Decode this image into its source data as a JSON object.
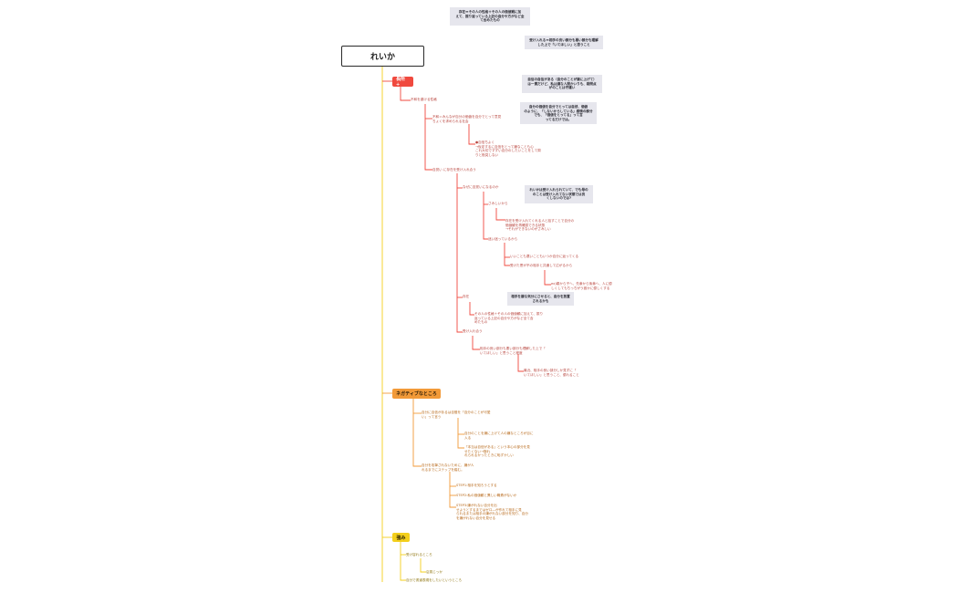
{
  "root": {
    "title": "れいか"
  },
  "notes": [
    "存在＝その人の性格＋その人の価値観に加\nえて、振り返っている上記の自分や方がなど全\nて含めたもの",
    "受け入れる＝相手の良い部分も悪い部分も理解\nした上で「いてほしい」と思うこと",
    "自信の自信がある（自分のことが嫌に上げて）\nは一貫だけど、私は嫌な人間かいりも、疑問点\nがのことは守護い",
    "自分の価値を自分でとっては自然、価値\nのように、「しないからしている」感情の部分\nでも、「価値をとってる」って言\nってるだけでは。",
    "れいかは受け入れられていて、でも母の\nのことは受け入れてない状態では良\nくしないのでは?",
    "相手を嫌な気分にさせると、自分を放置\nされるかも"
  ],
  "branches": {
    "b1": {
      "label": "長所 +",
      "nodes": [
        "不和を避ける性格",
        "不和＝みんなが自分の価値を自分でとって意見\nちょくを求められる社会",
        "●自信ちよく\n→仮定するに自信をとって嫌なことも心\nこれ大切ですずい自分のしたいことをして周\nりと衝突しない",
        "自覚い に存在を受け入れ合う",
        "なぜに自覚いになるのか",
        "さみしいから",
        "存在を受け入れてくれる人と話すことで自分の\n価値観を再確認できる状態\n→それができないのがさみしい",
        "迷い迷っているから",
        "いいことも悪いこともいつか自分に返ってくる",
        "受けた恩が不の相手と共通して広がるから",
        "ex)親から子へ、先輩から後輩へ、人に優\nしくしてもちっちがう誰かに優しくする",
        "存在",
        "その人の性格＋その人の価値観に加えて、振り\n返っている上記の自分や方がなど全て含\nめたもの",
        "受け入れ合う",
        "相手の良い部分も悪い部分も理解した上で「\nいてほしい」と思うこと程度",
        "最近、相手の良い部分しか見ずに「\nいてほしい」と思うこと、優れること"
      ]
    },
    "b2": {
      "label": "ネガティブなところ",
      "nodes": [
        "自分に自信があるは自慢を「自分のことが可愛\nい」って言う",
        "自分のことを嫌に上げて人の嫌なところが目に\n入る",
        "「本当は自信がある」という本心の部分を見\nせたくない→隠れ\nれられるかったときに恥ずかしい",
        "自分を攻撃されないために、嫌が人\nれるまでにステップを踏む。",
        "STEP1:相手を知ろうとする",
        "STEP2:私の価値観と異しい職責がないか",
        "STEP3:嫌がれない自分を出\nせようとするまではゼロ―が作れて相手に見\nられるまたは相手の嫌がれない部分を知り、自分\nを嫌がれない自分を見せる"
      ]
    },
    "b3": {
      "label": "強み",
      "nodes": [
        "受け容れるところ",
        "店員じっか",
        "自分で書道表現をしたいというところ"
      ]
    }
  },
  "colors": {
    "b1": "#f0493e",
    "b2": "#f29a38",
    "b3": "#f3cf1b",
    "trunk": "#f3cf1b",
    "note_bg": "#e6e6ed"
  }
}
